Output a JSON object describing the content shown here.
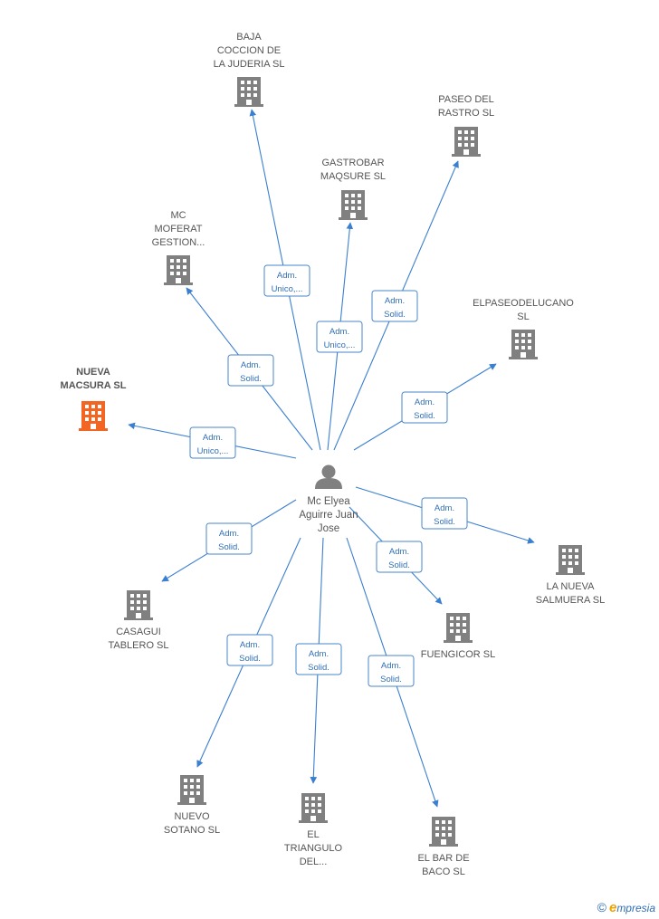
{
  "center": {
    "name_lines": [
      "Mc Elyea",
      "Aguirre Juan",
      "Jose"
    ]
  },
  "companies": [
    {
      "id": "baja",
      "lines": [
        "BAJA",
        "COCCION DE",
        "LA JUDERIA  SL"
      ],
      "relation": [
        "Adm.",
        "Unico,..."
      ]
    },
    {
      "id": "paseo",
      "lines": [
        "PASEO DEL",
        "RASTRO  SL"
      ],
      "relation": [
        "Adm.",
        "Solid."
      ]
    },
    {
      "id": "gastrobar",
      "lines": [
        "GASTROBAR",
        "MAQSURE SL"
      ],
      "relation": [
        "Adm.",
        "Unico,..."
      ]
    },
    {
      "id": "moferat",
      "lines": [
        "MC",
        "MOFERAT",
        "GESTION..."
      ],
      "relation": [
        "Adm.",
        "Solid."
      ]
    },
    {
      "id": "elpaseo",
      "lines": [
        "ELPASEODELUCANO",
        "SL"
      ],
      "relation": [
        "Adm.",
        "Solid."
      ]
    },
    {
      "id": "nueva",
      "lines": [
        "NUEVA",
        "MACSURA  SL"
      ],
      "relation": [
        "Adm.",
        "Unico,..."
      ],
      "highlight": true
    },
    {
      "id": "salmuera",
      "lines": [
        "LA NUEVA",
        "SALMUERA  SL"
      ],
      "relation": [
        "Adm.",
        "Solid."
      ]
    },
    {
      "id": "fuengicor",
      "lines": [
        "FUENGICOR  SL"
      ],
      "relation": [
        "Adm.",
        "Solid."
      ]
    },
    {
      "id": "casagui",
      "lines": [
        "CASAGUI",
        "TABLERO  SL"
      ],
      "relation": [
        "Adm.",
        "Solid."
      ]
    },
    {
      "id": "sotano",
      "lines": [
        "NUEVO",
        "SOTANO  SL"
      ],
      "relation": [
        "Adm.",
        "Solid."
      ]
    },
    {
      "id": "triangulo",
      "lines": [
        "EL",
        "TRIANGULO",
        "DEL..."
      ],
      "relation": [
        "Adm.",
        "Solid."
      ]
    },
    {
      "id": "baco",
      "lines": [
        "EL BAR DE",
        "BACO  SL"
      ],
      "relation": [
        "Adm.",
        "Solid."
      ]
    }
  ],
  "colors": {
    "building": "#808080",
    "highlight": "#f26522",
    "edge": "#3b7fd0",
    "label": "#555555"
  },
  "footer": {
    "copyright": "©",
    "brand_first": "e",
    "brand_rest": "mpresia"
  }
}
